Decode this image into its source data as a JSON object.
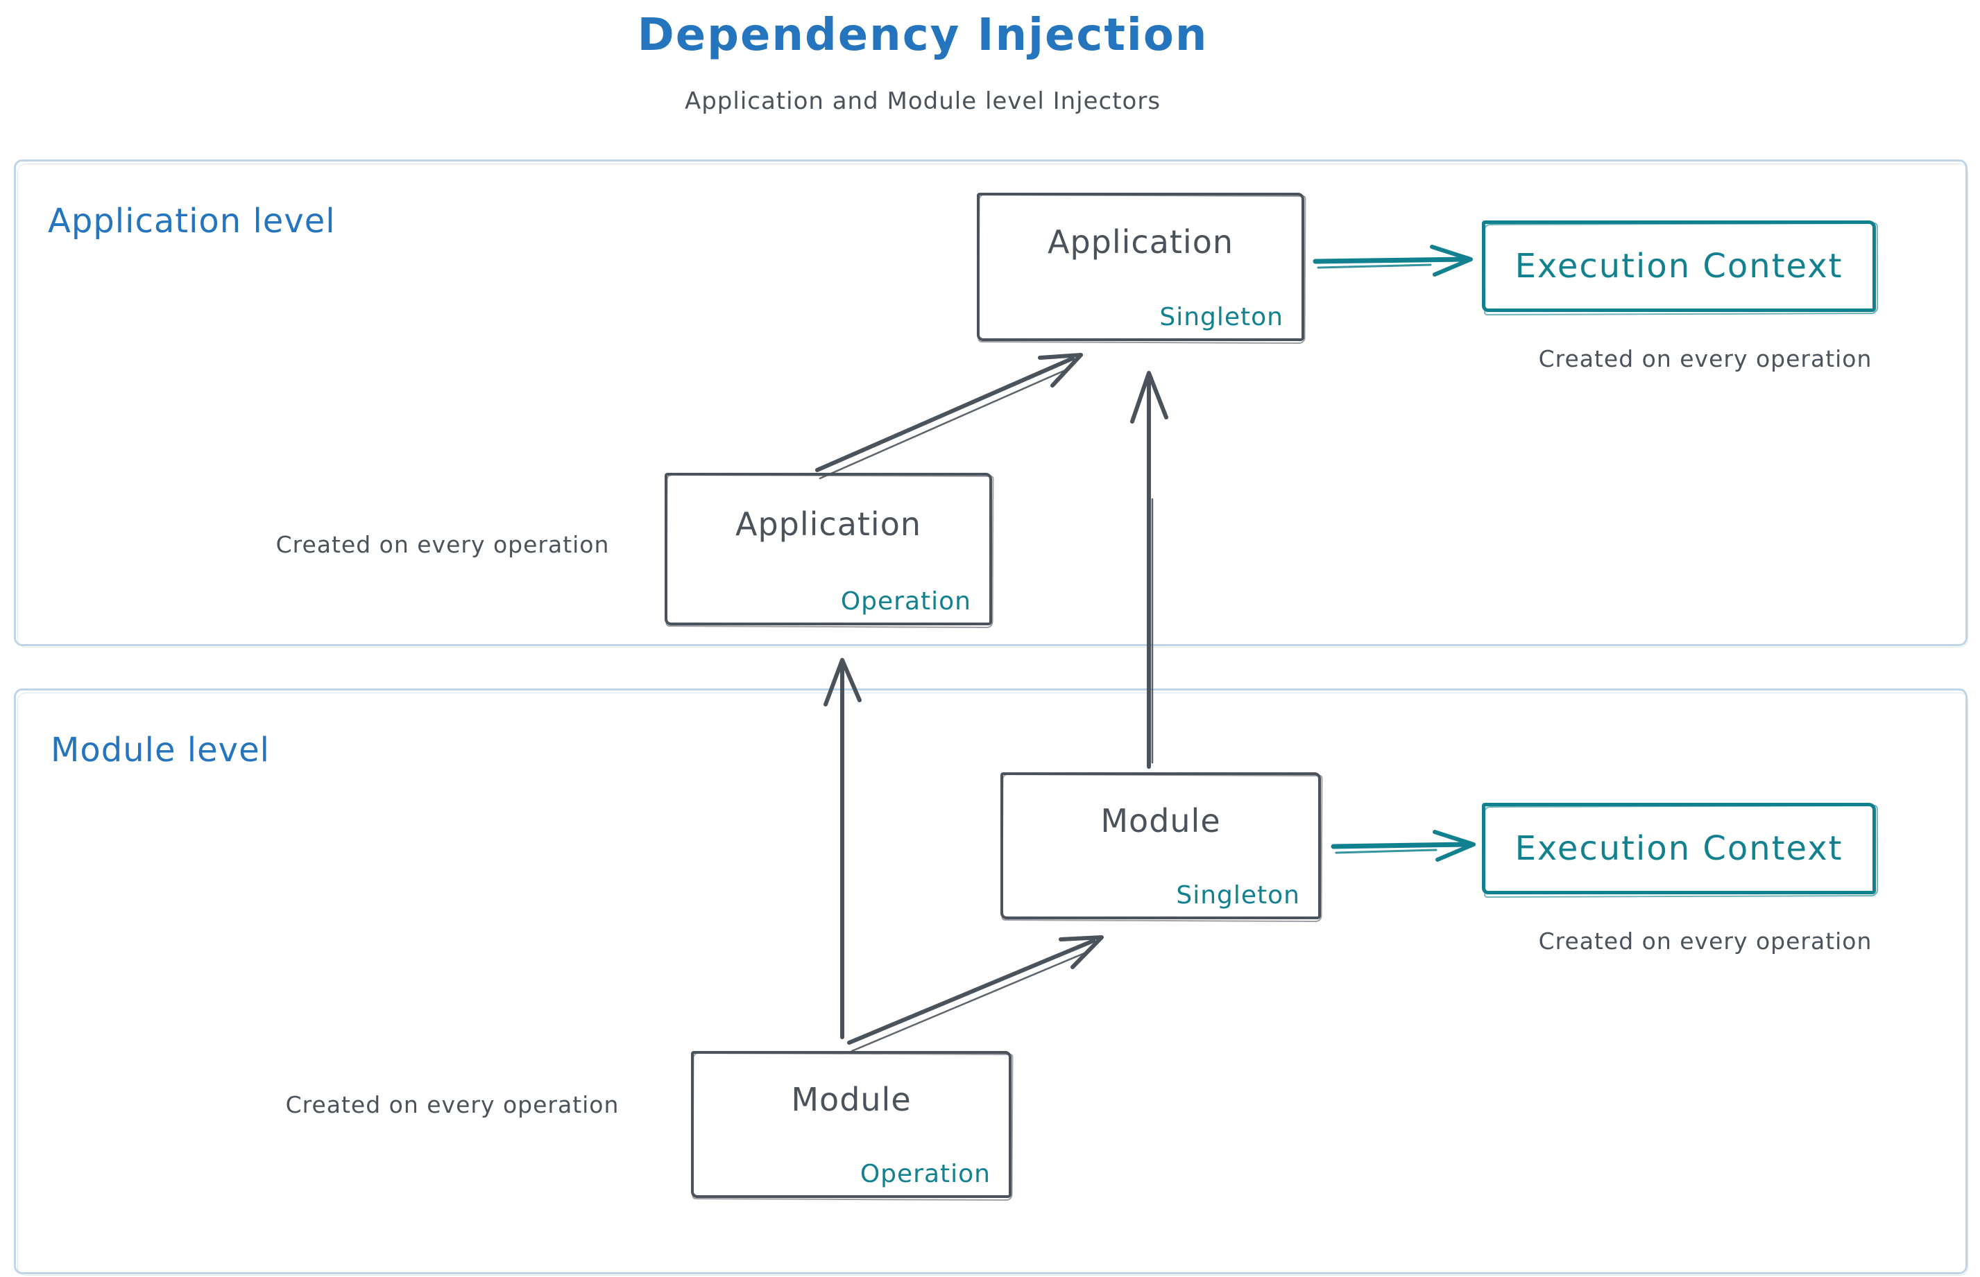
{
  "title": "Dependency Injection",
  "subtitle": "Application and Module level Injectors",
  "colors": {
    "blue": "#2475bd",
    "teal": "#12818f",
    "dark": "#4a525b",
    "container_border": "#bfd4e8",
    "background": "#ffffff"
  },
  "application_level": {
    "label": "Application level",
    "singleton_box": {
      "name": "Application",
      "scope": "Singleton"
    },
    "operation_box": {
      "name": "Application",
      "scope": "Operation"
    },
    "operation_caption": "Created on every operation",
    "execution_context": {
      "label": "Execution Context",
      "caption": "Created on every operation"
    }
  },
  "module_level": {
    "label": "Module level",
    "singleton_box": {
      "name": "Module",
      "scope": "Singleton"
    },
    "operation_box": {
      "name": "Module",
      "scope": "Operation"
    },
    "operation_caption": "Created on every operation",
    "execution_context": {
      "label": "Execution Context",
      "caption": "Created on every operation"
    }
  }
}
